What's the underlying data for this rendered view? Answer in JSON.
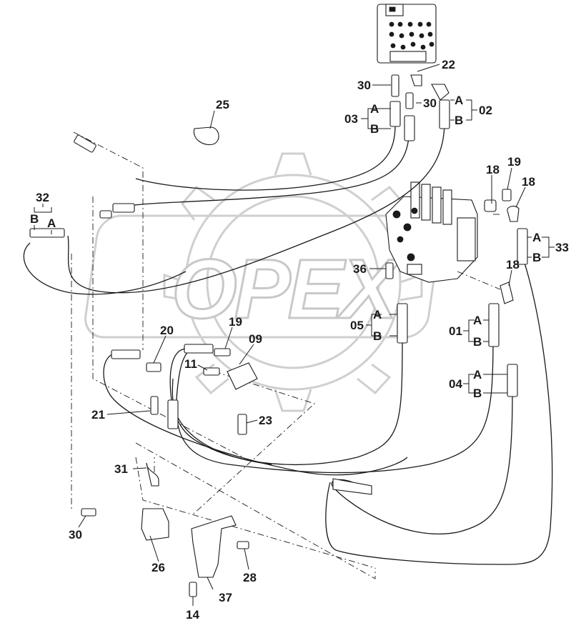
{
  "watermark": {
    "text": "OPEX"
  },
  "callouts": {
    "c30_top": "30",
    "c22": "22",
    "c30_mid": "30",
    "c25": "25",
    "c03": "03",
    "c03a": "A",
    "c03b": "B",
    "c02": "02",
    "c02a": "A",
    "c02b": "B",
    "c32": "32",
    "c32a": "A",
    "c32b": "B",
    "c18_a": "18",
    "c19_a": "19",
    "c18_b": "18",
    "c33": "33",
    "c33a": "A",
    "c33b": "B",
    "c36": "36",
    "c18_c": "18",
    "c05": "05",
    "c05a": "A",
    "c05b": "B",
    "c01": "01",
    "c01a": "A",
    "c01b": "B",
    "c04": "04",
    "c04a": "A",
    "c04b": "B",
    "c19_b": "19",
    "c09": "09",
    "c20": "20",
    "c11": "11",
    "c21": "21",
    "c23": "23",
    "c31": "31",
    "c30_bot": "30",
    "c26": "26",
    "c28": "28",
    "c37": "37",
    "c14": "14"
  }
}
